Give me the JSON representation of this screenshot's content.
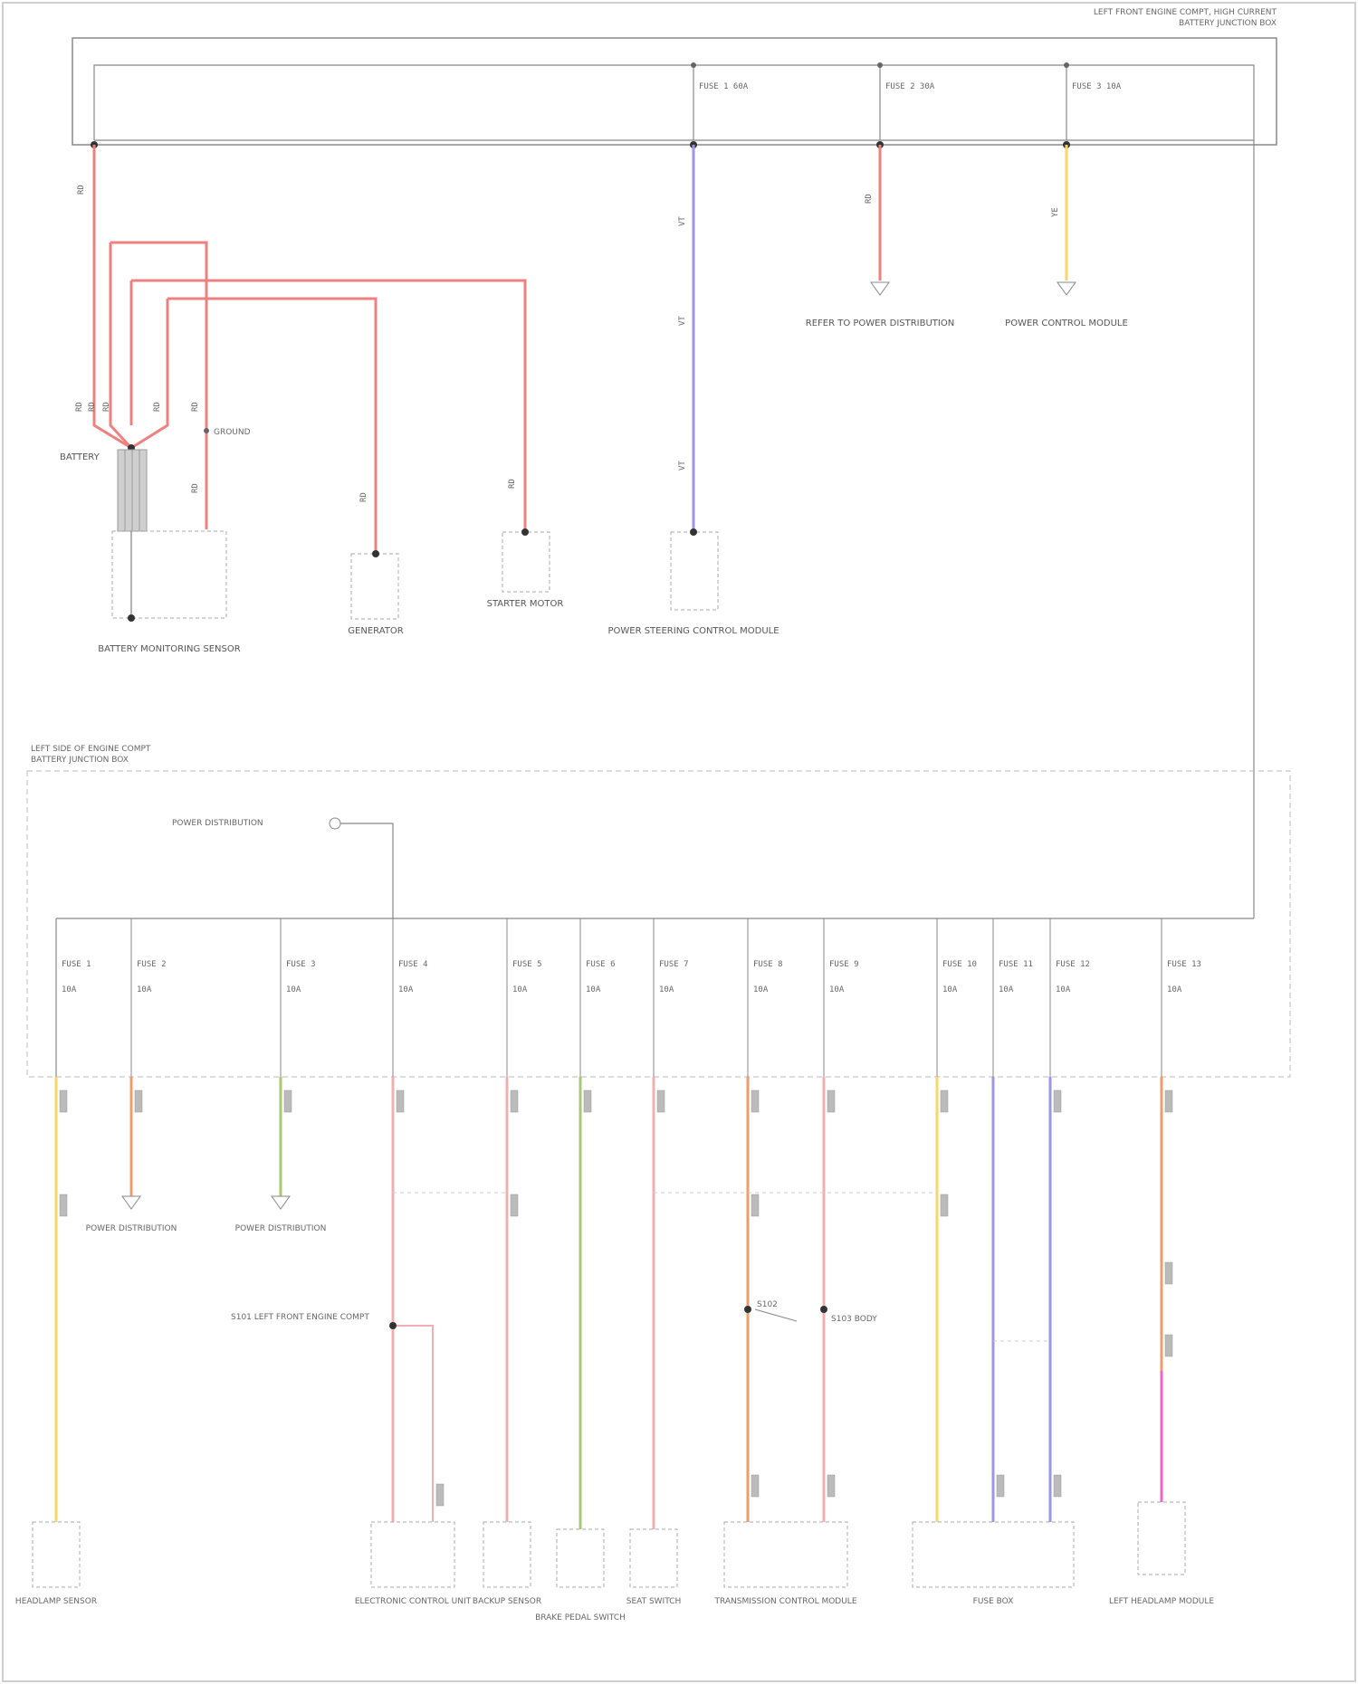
{
  "title": "",
  "colors": {
    "red": "#f08080",
    "purple": "#9f95e6",
    "yellow": "#f6d76b",
    "orange": "#ec9d6a",
    "green": "#a8c878",
    "pink": "#f0b0b0",
    "gray": "#9a9a9a",
    "magenta": "#ee66cc",
    "frame": "#444444"
  },
  "top_module": {
    "label_line1": "LEFT FRONT ENGINE COMPT, HIGH CURRENT",
    "label_line2": "BATTERY JUNCTION BOX",
    "fuses": [
      {
        "label": "FUSE 1 60A",
        "wire_color": "purple"
      },
      {
        "label": "FUSE 2 30A",
        "wire_color": "red"
      },
      {
        "label": "FUSE 3 10A",
        "wire_color": "yellow"
      }
    ]
  },
  "battery_label": "BATTERY",
  "ground_label": "GROUND",
  "top_components": [
    {
      "label": "BATTERY MONITORING SENSOR"
    },
    {
      "label": "GENERATOR"
    },
    {
      "label": "STARTER MOTOR"
    },
    {
      "label": "POWER STEERING CONTROL MODULE"
    }
  ],
  "top_refs": [
    {
      "label": "REFER TO POWER DISTRIBUTION"
    },
    {
      "label": "POWER CONTROL MODULE"
    }
  ],
  "bottom_module": {
    "label_line1": "LEFT SIDE OF ENGINE COMPT",
    "label_line2": "BATTERY JUNCTION BOX",
    "ignition_ref": "POWER DISTRIBUTION",
    "fuses": [
      {
        "label": "FUSE 1",
        "amps": "10A",
        "wire_color": "yellow"
      },
      {
        "label": "FUSE 2",
        "amps": "10A",
        "wire_color": "orange"
      },
      {
        "label": "FUSE 3",
        "amps": "10A",
        "wire_color": "green"
      },
      {
        "label": "FUSE 4",
        "amps": "10A",
        "wire_color": "pink"
      },
      {
        "label": "FUSE 5",
        "amps": "10A",
        "wire_color": "pink"
      },
      {
        "label": "FUSE 6",
        "amps": "10A",
        "wire_color": "green"
      },
      {
        "label": "FUSE 7",
        "amps": "10A",
        "wire_color": "pink"
      },
      {
        "label": "FUSE 8",
        "amps": "10A",
        "wire_color": "orange"
      },
      {
        "label": "FUSE 9",
        "amps": "10A",
        "wire_color": "pink"
      },
      {
        "label": "FUSE 10",
        "amps": "10A",
        "wire_color": "yellow"
      },
      {
        "label": "FUSE 11",
        "amps": "10A",
        "wire_color": "purple"
      },
      {
        "label": "FUSE 12",
        "amps": "10A",
        "wire_color": "purple"
      },
      {
        "label": "FUSE 13",
        "amps": "10A",
        "wire_color": "orange"
      }
    ]
  },
  "bottom_refs": [
    {
      "label": "POWER DISTRIBUTION"
    },
    {
      "label": "POWER DISTRIBUTION"
    }
  ],
  "splice_labels": [
    {
      "label": "S101 LEFT FRONT ENGINE COMPT"
    },
    {
      "label": "S102"
    },
    {
      "label": "S103 BODY"
    }
  ],
  "bottom_components": [
    {
      "label": "HEADLAMP SENSOR"
    },
    {
      "label": "ELECTRONIC CONTROL UNIT"
    },
    {
      "label": "BACKUP SENSOR"
    },
    {
      "label": "BRAKE PEDAL SWITCH"
    },
    {
      "label": "SEAT SWITCH"
    },
    {
      "label": "TRANSMISSION CONTROL MODULE"
    },
    {
      "label": "FUSE BOX"
    },
    {
      "label": "LEFT HEADLAMP MODULE"
    }
  ],
  "footer": ""
}
